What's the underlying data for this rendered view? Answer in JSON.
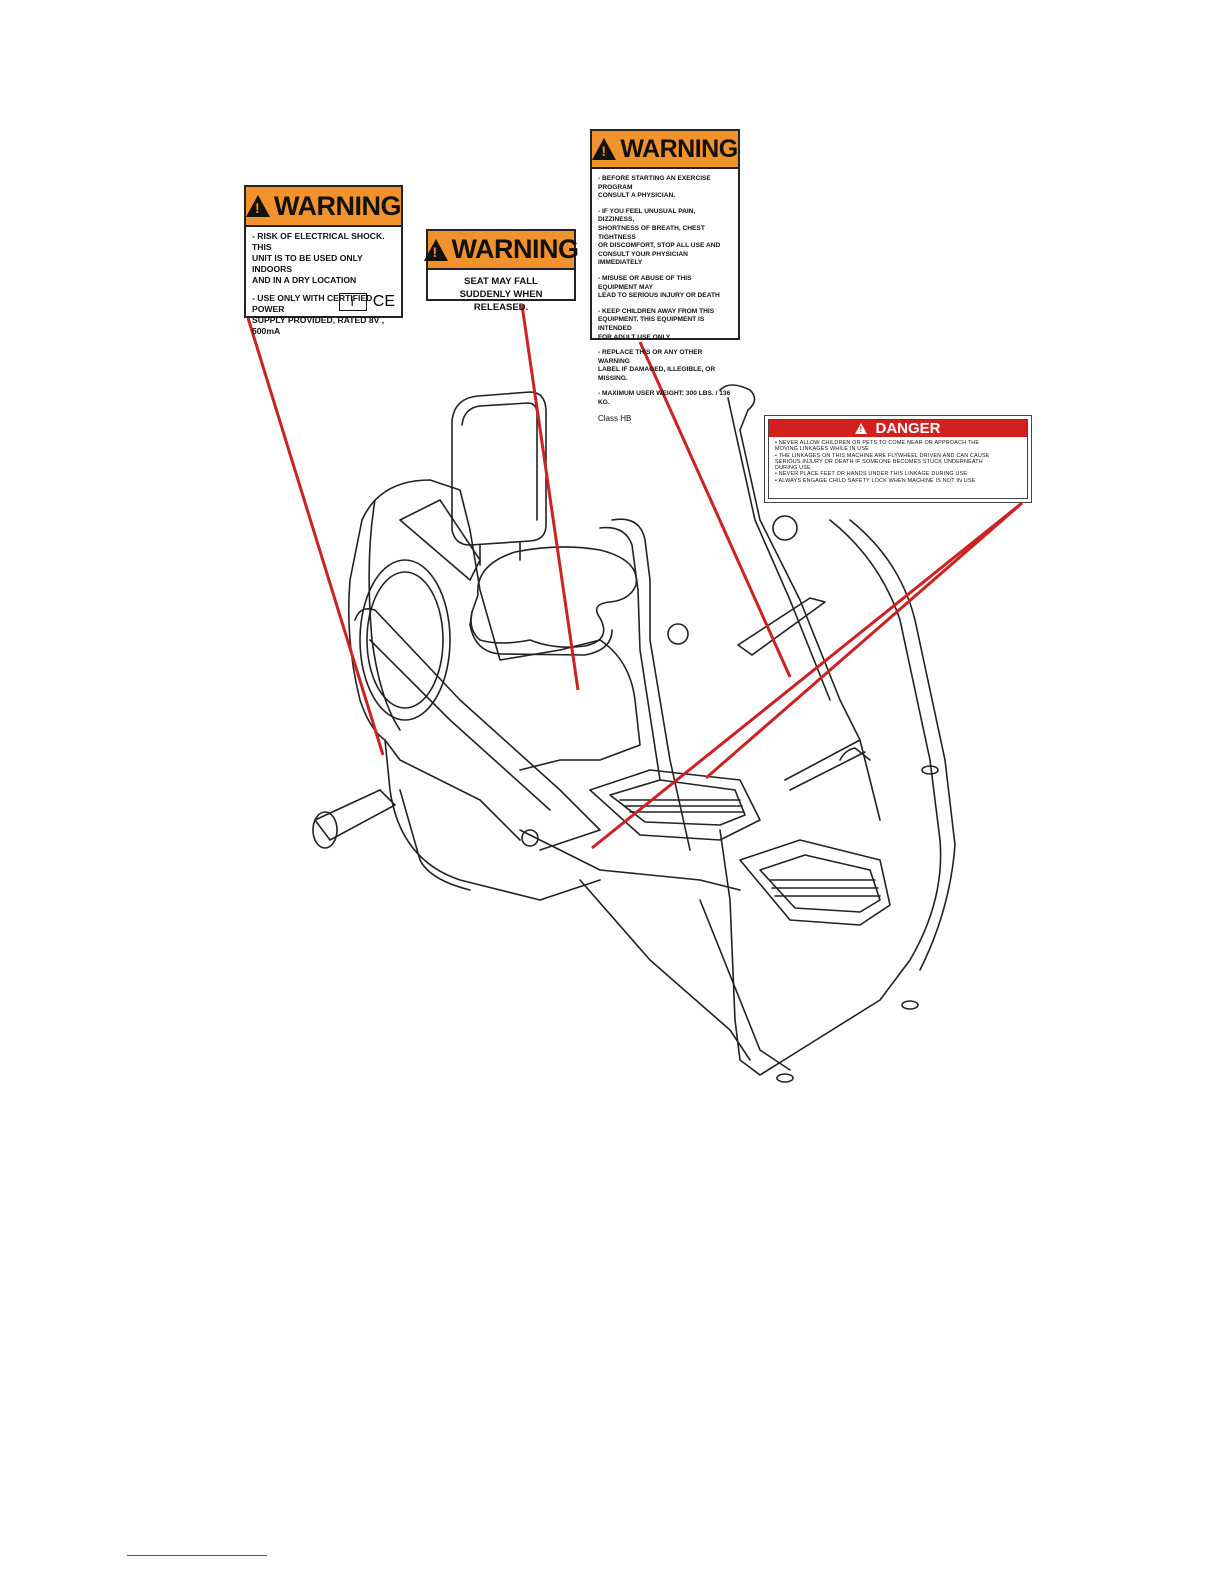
{
  "labels": {
    "electrical": {
      "header": "WARNING",
      "lines": [
        "- RISK OF ELECTRICAL SHOCK.  THIS",
        "UNIT IS TO BE USED ONLY INDOORS",
        "AND IN A DRY LOCATION",
        "- USE ONLY WITH CERTIFIED POWER",
        "SUPPLY PROVIDED,  RATED   8V ,",
        "500mA"
      ],
      "ce_mark": "CE"
    },
    "seat": {
      "header": "WARNING",
      "line1": "SEAT MAY FALL",
      "line2": "SUDDENLY WHEN RELEASED."
    },
    "general": {
      "header": "WARNING",
      "lines": [
        "- BEFORE STARTING AN EXERCISE PROGRAM",
        "CONSULT A PHYSICIAN.",
        "- IF YOU FEEL UNUSUAL PAIN, DIZZINESS,",
        "SHORTNESS OF BREATH, CHEST TIGHTNESS",
        "OR DISCOMFORT, STOP ALL USE AND",
        "CONSULT YOUR PHYSICIAN IMMEDIATELY",
        "- MISUSE OR ABUSE OF THIS EQUIPMENT MAY",
        "LEAD TO SERIOUS INJURY OR DEATH",
        "- KEEP CHILDREN AWAY FROM THIS",
        "EQUIPMENT.   THIS EQUIPMENT IS INTENDED",
        "FOR ADULT USE ONLY",
        "- REPLACE THIS OR ANY OTHER WARNING",
        "LABEL IF DAMAGED, ILLEGIBLE, OR MISSING.",
        "- MAXIMUM USER WEIGHT: 300 LBS. / 136 KG."
      ],
      "class": "Class HB"
    },
    "danger": {
      "header": "DANGER",
      "lines": [
        "• NEVER ALLOW CHILDREN OR PETS TO COME NEAR OR APPROACH THE",
        "  MOVING LINKAGES WHILE IN USE",
        "• THE LINKAGES ON THIS MACHINE ARE FLYWHEEL DRIVEN AND CAN CAUSE",
        "  SERIOUS INJURY OR DEATH IF SOMEONE BECOMES STUCK UNDERNEATH",
        "  DURING USE",
        "• NEVER PLACE FEET OR HANDS UNDER THIS LINKAGE DURING USE",
        "• ALWAYS ENGAGE CHILD SAFETY LOCK WHEN MACHINE IS NOT IN USE"
      ]
    }
  },
  "colors": {
    "warning_orange": "#f2922d",
    "danger_red": "#d21f1f",
    "leader_line": "#cc2222"
  },
  "icons": [
    "warning-triangle-icon",
    "manual-book-icon"
  ]
}
